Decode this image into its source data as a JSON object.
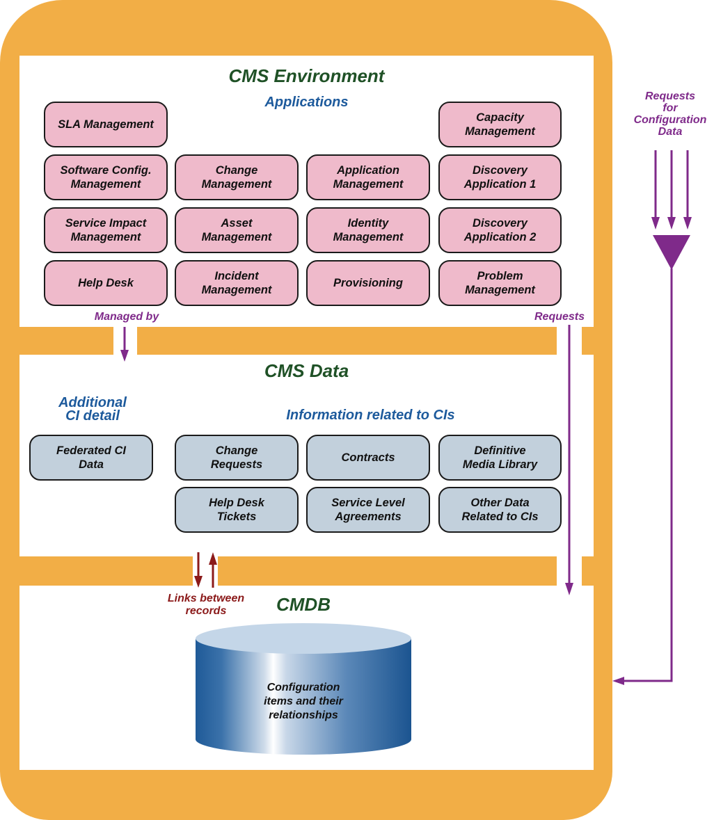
{
  "colors": {
    "frame": "#f2ae46",
    "app_box": "#efbacb",
    "data_box": "#c2d0dc",
    "heading_green": "#1f5126",
    "subheading_blue": "#1d5a9c",
    "arrow_purple": "#7f2a8a",
    "arrow_red": "#8b1a1a",
    "cylinder_dark": "#1b5896",
    "cylinder_top": "#c4d6e8"
  },
  "cms_environment": {
    "title": "CMS Environment",
    "subtitle": "Applications",
    "applications": [
      "SLA Management",
      "Capacity\nManagement",
      "Software Config.\nManagement",
      "Change\nManagement",
      "Application\nManagement",
      "Discovery\nApplication 1",
      "Service Impact\nManagement",
      "Asset\nManagement",
      "Identity\nManagement",
      "Discovery\nApplication 2",
      "Help Desk",
      "Incident\nManagement",
      "Provisioning",
      "Problem\nManagement"
    ]
  },
  "cms_data": {
    "title": "CMS Data",
    "additional_heading": "Additional\nCI detail",
    "additional_items": [
      "Federated CI\nData"
    ],
    "info_heading": "Information related to CIs",
    "info_items": [
      "Change\nRequests",
      "Contracts",
      "Definitive\nMedia Library",
      "Help Desk\nTickets",
      "Service Level\nAgreements",
      "Other Data\nRelated to CIs"
    ]
  },
  "cmdb": {
    "title": "CMDB",
    "cylinder_label": "Configuration\nitems and their\nrelationships"
  },
  "flows": {
    "managed_by": "Managed by",
    "requests": "Requests",
    "links_between_records": "Links between\nrecords",
    "requests_for_config_data": "Requests\nfor\nConfiguration\nData"
  }
}
